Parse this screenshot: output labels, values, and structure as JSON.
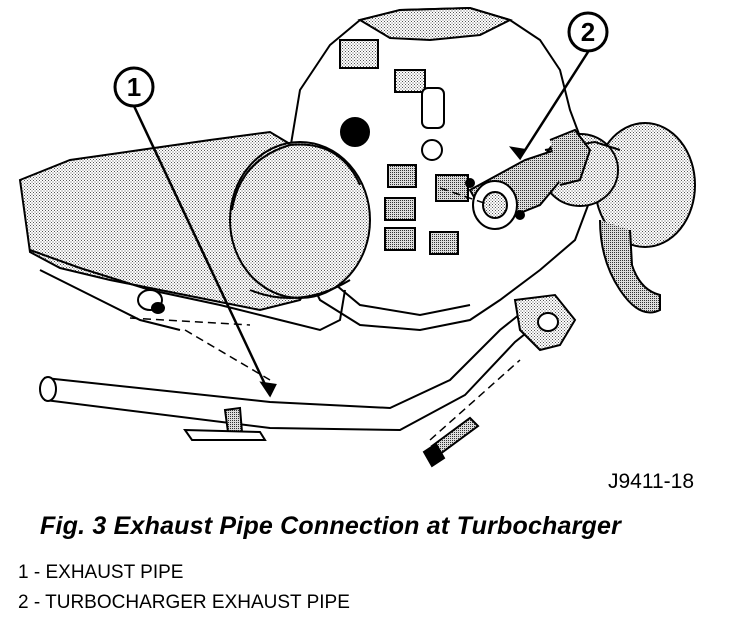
{
  "figure": {
    "callouts": [
      {
        "number": "1"
      },
      {
        "number": "2"
      }
    ],
    "figure_id": "J9411-18",
    "caption": "Fig. 3 Exhaust Pipe Connection at Turbocharger"
  },
  "legend": [
    {
      "number": "1",
      "separator": "-",
      "text": "EXHAUST PIPE"
    },
    {
      "number": "2",
      "separator": "-",
      "text": "TURBOCHARGER EXHAUST PIPE"
    }
  ],
  "colors": {
    "line": "#000000",
    "background": "#ffffff",
    "shading": "#9a9a9a"
  }
}
